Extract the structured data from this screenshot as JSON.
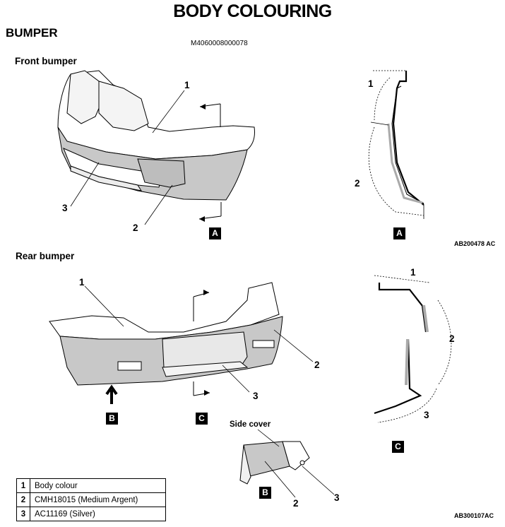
{
  "title": "BODY COLOURING",
  "section": "BUMPER",
  "document_code": "M4060008000078",
  "front": {
    "heading": "Front bumper",
    "callouts": [
      "1",
      "2",
      "3",
      "1",
      "2"
    ],
    "view_label": "A",
    "ref": "AB200478 AC"
  },
  "rear": {
    "heading": "Rear bumper",
    "callouts": [
      "1",
      "2",
      "3",
      "1",
      "2",
      "3",
      "2",
      "3"
    ],
    "view_b": "B",
    "view_c": "C",
    "side_cover": "Side cover",
    "ref": "AB300107AC"
  },
  "legend": [
    {
      "num": "1",
      "desc": "Body colour"
    },
    {
      "num": "2",
      "desc": "CMH18015 (Medium Argent)"
    },
    {
      "num": "3",
      "desc": "AC11169 (Silver)"
    }
  ]
}
